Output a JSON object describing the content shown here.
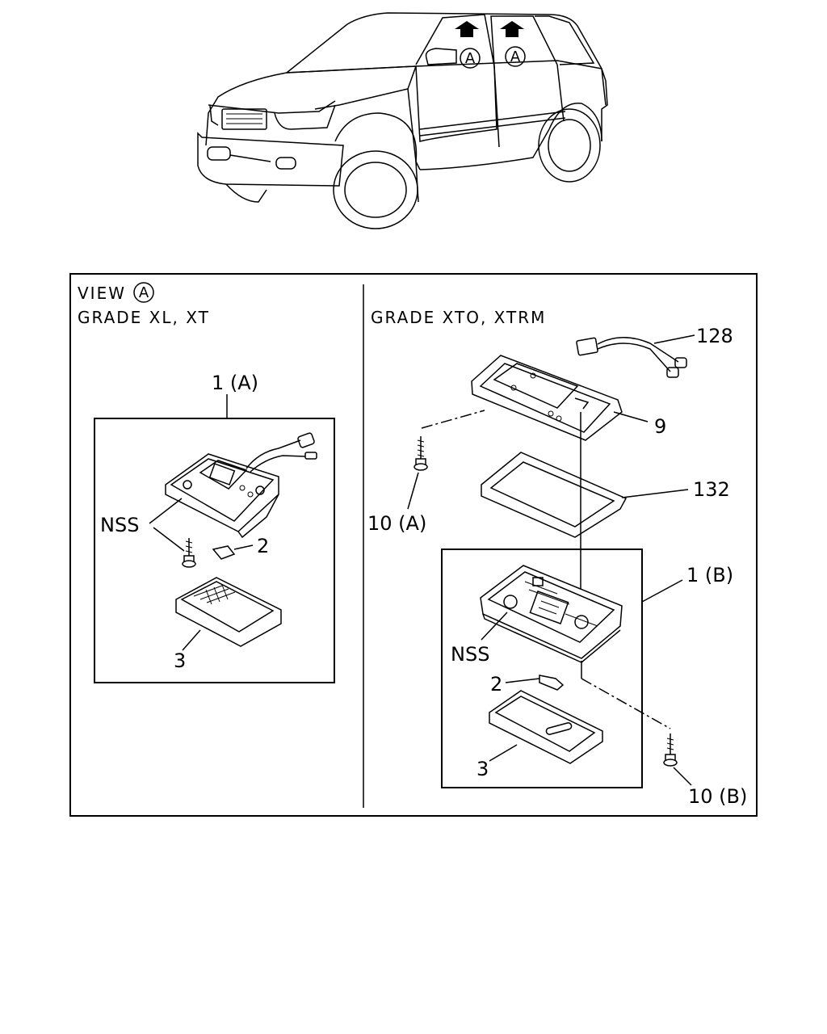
{
  "vehicle": {
    "callouts": [
      "A",
      "A"
    ]
  },
  "panel": {
    "view_prefix": "VIEW",
    "view_letter": "A",
    "left": {
      "grade": "GRADE XL, XT",
      "labels": {
        "assembly": "1 (A)",
        "nss": "NSS",
        "bulb": "2",
        "lens": "3"
      }
    },
    "right": {
      "grade": "GRADE XTO, XTRM",
      "labels": {
        "harness": "128",
        "bezel": "9",
        "gasket": "132",
        "screw_a": "10 (A)",
        "assembly": "1 (B)",
        "nss": "NSS",
        "bulb": "2",
        "lens": "3",
        "screw_b": "10 (B)"
      }
    }
  }
}
